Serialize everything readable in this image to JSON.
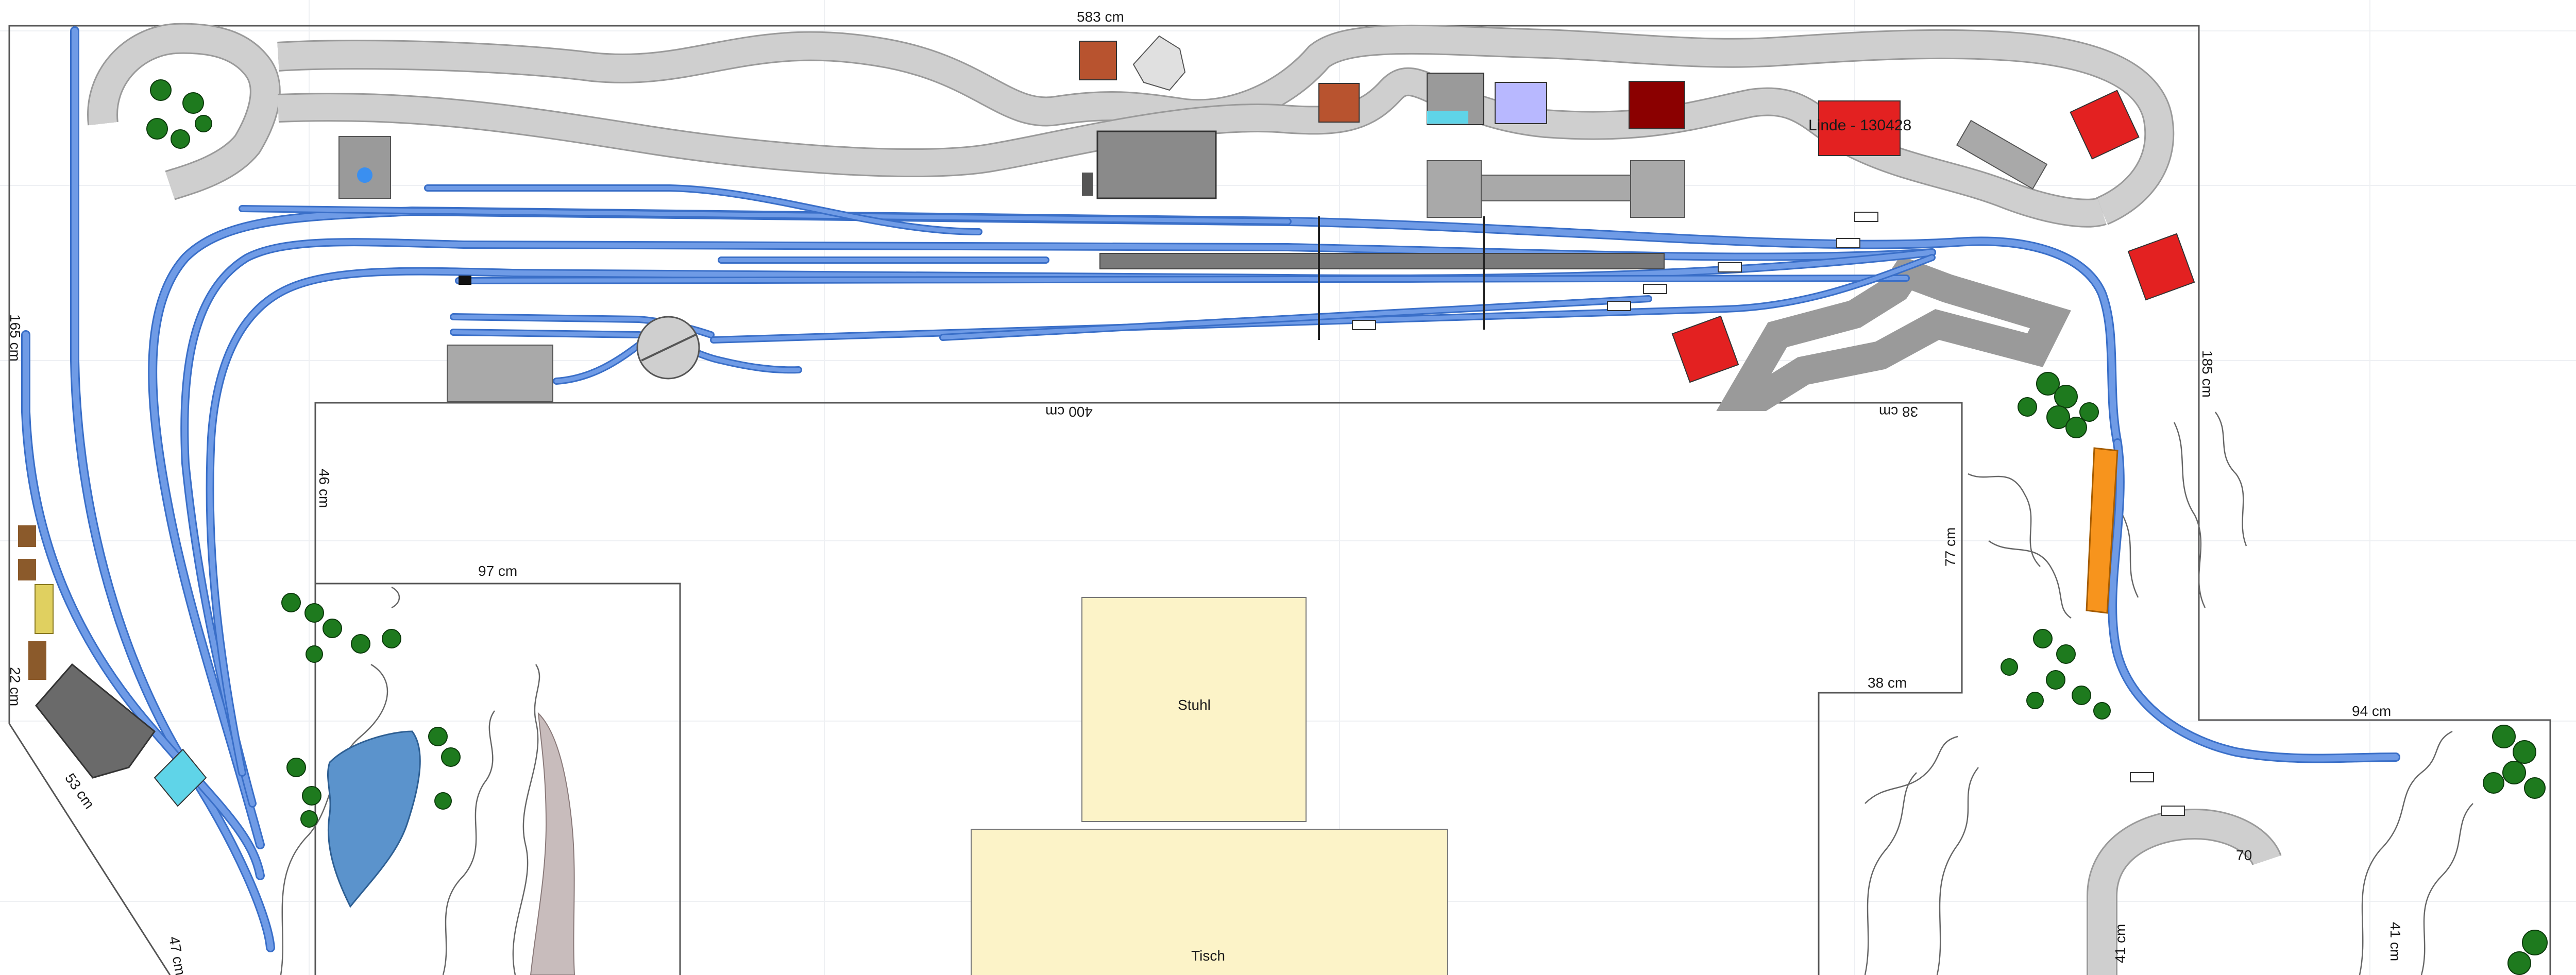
{
  "dimensions": {
    "top_width": "583 cm",
    "left_height": "165 cm",
    "right_height": "185 cm",
    "inner_width": "400 cm",
    "inner_right": "38 cm",
    "inner_left_height": "46 cm",
    "inner_ledge": "97 cm",
    "right_inner_height": "77 cm",
    "right_ledge": "38 cm",
    "right_extension": "94 cm",
    "left_small": "22 cm",
    "diagonal": "53 cm",
    "bottom_left": "47 cm",
    "helix_width": "70",
    "helix_left": "41 cm",
    "helix_right": "41 cm"
  },
  "labels": {
    "building": "Linde - 130428",
    "chair": "Stuhl",
    "table": "Tisch"
  },
  "colors": {
    "track": "#6f9be6",
    "track_outline": "#3a6fc8",
    "road": "#cfcfcf",
    "building_red": "#e32121",
    "building_darkred": "#8b0000",
    "brick": "#b8532f",
    "tree": "#1e7a1e",
    "bridge": "#f7941d",
    "water": "#5b93cc",
    "furniture": "#fcf3c8"
  },
  "icons": [
    "tree-icon",
    "house-icon",
    "turntable-icon",
    "pond-icon",
    "bridge-icon",
    "signal-icon"
  ]
}
